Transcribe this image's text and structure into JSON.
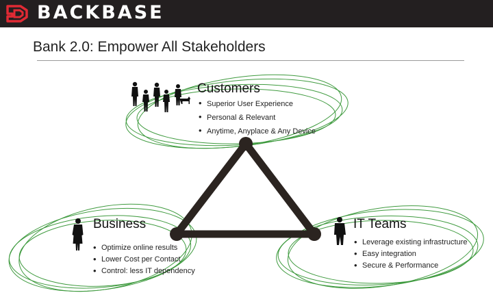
{
  "header": {
    "brand": "BACKBASE",
    "icon": "backbase-logo-icon",
    "colors": {
      "bar": "#231f20",
      "logo": "#e02a34",
      "text": "#ffffff"
    }
  },
  "slide": {
    "title": "Bank 2.0: Empower All Stakeholders"
  },
  "groups": {
    "customers": {
      "heading": "Customers",
      "icon": "people-group-icon",
      "bullets": [
        "Superior User Experience",
        "Personal & Relevant",
        "Anytime,  Anyplace & Any Device"
      ]
    },
    "business": {
      "heading": "Business",
      "icon": "businesswoman-icon",
      "bullets": [
        "Optimize online results",
        "Lower Cost per Contact",
        "Control: less IT dependency"
      ]
    },
    "it": {
      "heading": "IT Teams",
      "icon": "it-person-icon",
      "bullets": [
        "Leverage existing infrastructure",
        "Easy integration",
        "Secure & Performance"
      ]
    }
  },
  "diagram": {
    "connector": "triangle",
    "colors": {
      "triangle": "#2b2420",
      "ellipse": "#3e9a3e"
    }
  }
}
